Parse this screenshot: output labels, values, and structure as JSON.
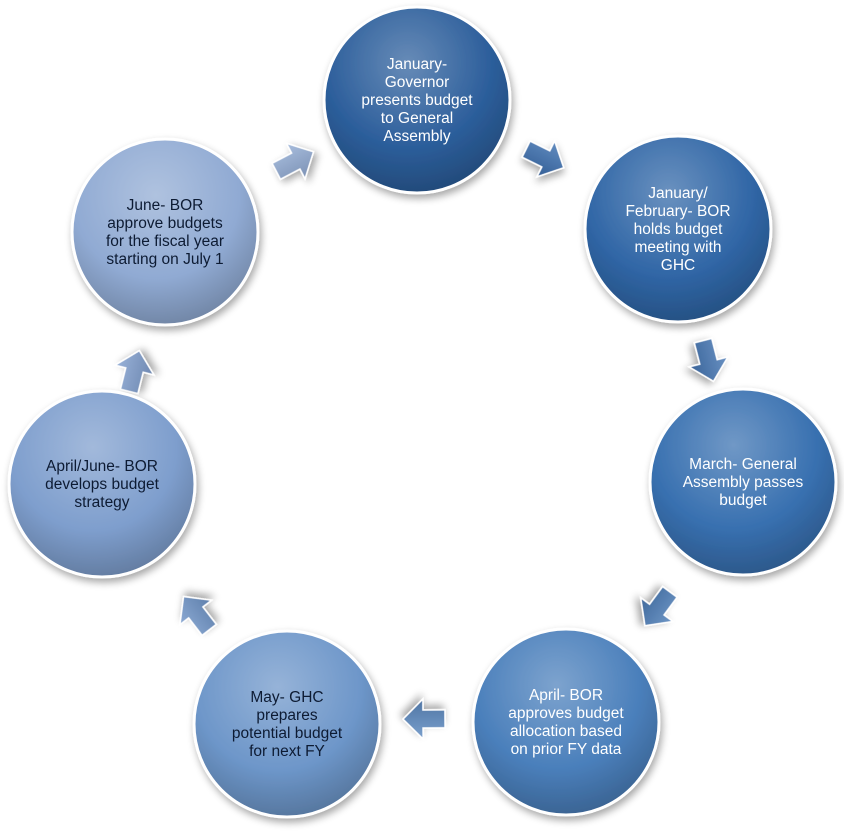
{
  "diagram": {
    "type": "cycle",
    "nodes": [
      {
        "id": "jan",
        "lines": [
          "January-",
          "Governor",
          "presents budget",
          "to General",
          "Assembly"
        ],
        "text_color": "#ffffff"
      },
      {
        "id": "janfeb",
        "lines": [
          "January/",
          "February- BOR",
          "holds budget",
          "meeting with",
          "GHC"
        ],
        "text_color": "#ffffff"
      },
      {
        "id": "mar",
        "lines": [
          "March- General",
          "Assembly passes",
          "budget"
        ],
        "text_color": "#ffffff"
      },
      {
        "id": "apr",
        "lines": [
          "April- BOR",
          "approves budget",
          "allocation based",
          "on prior FY data"
        ],
        "text_color": "#ffffff"
      },
      {
        "id": "may",
        "lines": [
          "May- GHC",
          "prepares",
          "potential budget",
          "for next FY"
        ],
        "text_color": "#0d1b33"
      },
      {
        "id": "aprjun",
        "lines": [
          "April/June- BOR",
          "develops budget",
          "strategy"
        ],
        "text_color": "#0d1b33"
      },
      {
        "id": "jun",
        "lines": [
          "June- BOR",
          "approve budgets",
          "for the fiscal year",
          "starting on July 1"
        ],
        "text_color": "#0d1b33"
      }
    ],
    "node_colors": [
      "#2c5e9b",
      "#3066a6",
      "#3870b0",
      "#4a7fbb",
      "#6d96c9",
      "#7e9ecd",
      "#90aad3"
    ],
    "arrow_colors": [
      "#3b6fb0",
      "#4476b4",
      "#4a7cb8",
      "#5a88c0",
      "#6f95c9",
      "#809fcf",
      "#92acd5"
    ]
  }
}
